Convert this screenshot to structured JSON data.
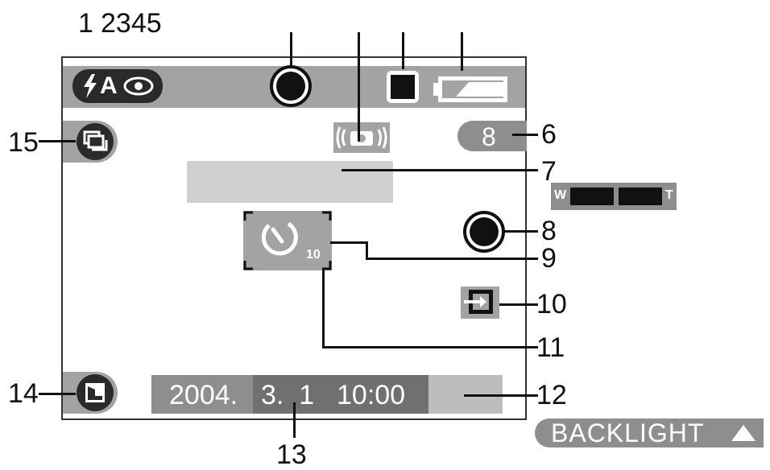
{
  "top_labels": {
    "l1": "1",
    "l2345": "2345"
  },
  "callouts": {
    "n6": "6",
    "n7": "7",
    "n8": "8",
    "n9": "9",
    "n10": "10",
    "n11": "11",
    "n12": "12",
    "n13": "13",
    "n14": "14",
    "n15": "15"
  },
  "screen": {
    "flash_mode": "A",
    "shots_remaining": "8",
    "selftimer_seconds": "10",
    "zoom_wide": "W",
    "zoom_tele": "T",
    "date_year": "2004.",
    "date_day": "3.  1",
    "date_time": "10:00"
  },
  "backlight_label": "BACKLIGHT",
  "icons": [
    "flash-icon",
    "red-eye-icon",
    "focus-dot-icon",
    "stabilizer-icon",
    "quality-icon",
    "battery-icon",
    "burst-icon",
    "zoom-bar",
    "record-dot-icon",
    "selftimer-icon",
    "storage-icon",
    "scene-mode-icon",
    "triangle-up-icon"
  ],
  "colors": {
    "panel_gray": "#a3a3a3",
    "icon_dark": "#2a2a2a",
    "backlight_gray": "#8e8e8e"
  }
}
